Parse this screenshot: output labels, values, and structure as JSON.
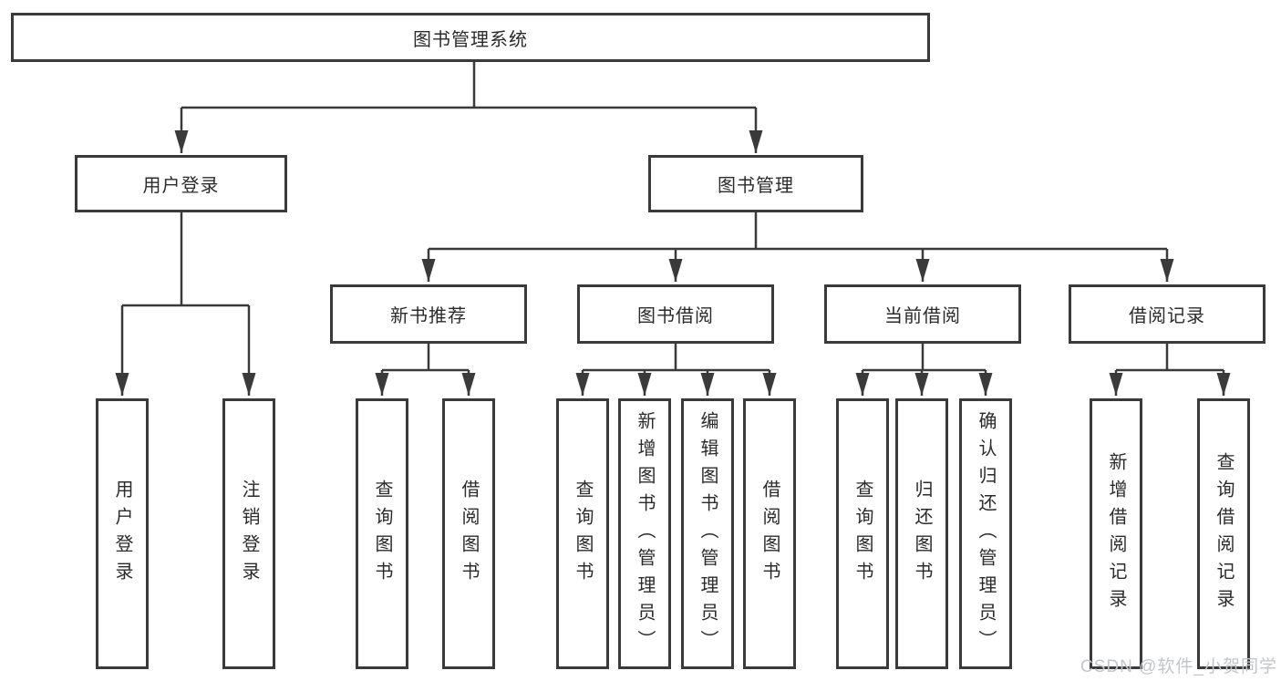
{
  "diagram": {
    "root": {
      "label": "图书管理系统"
    },
    "level2": [
      {
        "label": "用户登录"
      },
      {
        "label": "图书管理"
      }
    ],
    "level3": [
      {
        "label": "新书推荐"
      },
      {
        "label": "图书借阅"
      },
      {
        "label": "当前借阅"
      },
      {
        "label": "借阅记录"
      }
    ],
    "leaves": {
      "user_login": [
        "用户登录",
        "注销登录"
      ],
      "new_books": [
        "查询图书",
        "借阅图书"
      ],
      "book_borrow": [
        "查询图书",
        "新增图书（管理员）",
        "编辑图书（管理员）",
        "借阅图书"
      ],
      "current_borrow": [
        "查询图书",
        "归还图书",
        "确认归还（管理员）"
      ],
      "borrow_records": [
        "新增借阅记录",
        "查询借阅记录"
      ]
    }
  },
  "watermark": {
    "text": "CSDN @软件_小贺同学"
  },
  "colors": {
    "line": "#3a3a3a",
    "text": "#2b2b2b",
    "watermark": "#c2c5cb",
    "background": "#ffffff"
  }
}
